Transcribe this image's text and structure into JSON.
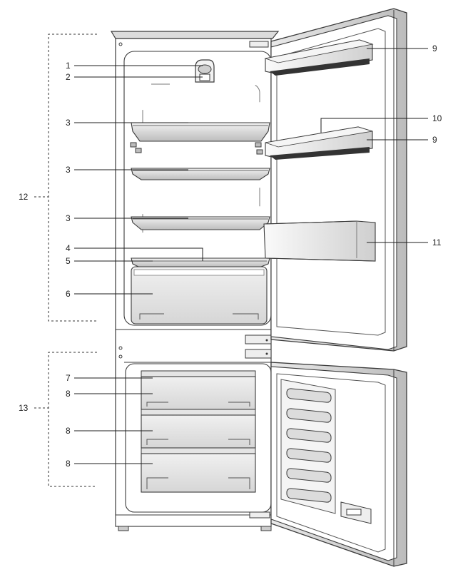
{
  "diagram": {
    "labels": {
      "l1": "1",
      "l2": "2",
      "l3a": "3",
      "l3b": "3",
      "l3c": "3",
      "l4": "4",
      "l5": "5",
      "l6": "6",
      "l7": "7",
      "l8a": "8",
      "l8b": "8",
      "l8c": "8",
      "l9a": "9",
      "l9b": "9",
      "l10": "10",
      "l11": "11",
      "l12": "12",
      "l13": "13"
    }
  }
}
